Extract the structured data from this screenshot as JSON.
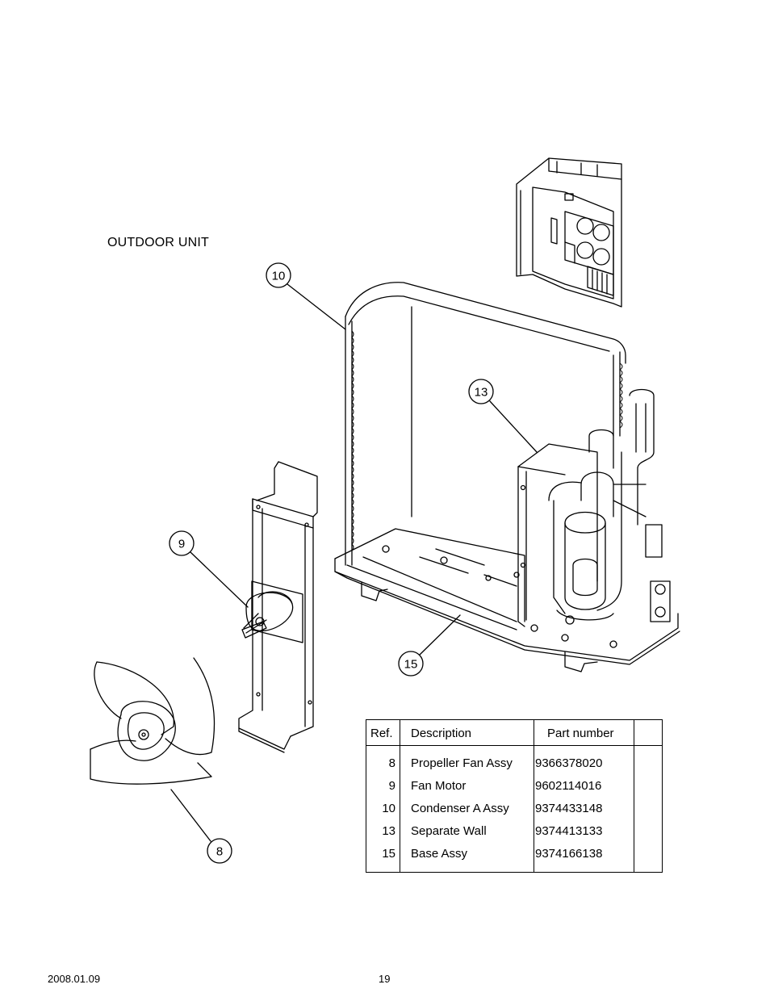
{
  "title": "OUTDOOR UNIT",
  "callouts": [
    "10",
    "13",
    "9",
    "15",
    "8"
  ],
  "table": {
    "headers": [
      "Ref.",
      "Description",
      "Part number",
      ""
    ],
    "rows": [
      {
        "ref": "8",
        "description": "Propeller Fan Assy",
        "part_number": "9366378020"
      },
      {
        "ref": "9",
        "description": "Fan Motor",
        "part_number": "9602114016"
      },
      {
        "ref": "10",
        "description": "Condenser A Assy",
        "part_number": "9374433148"
      },
      {
        "ref": "13",
        "description": "Separate Wall",
        "part_number": "9374413133"
      },
      {
        "ref": "15",
        "description": "Base Assy",
        "part_number": "9374166138"
      }
    ]
  },
  "footer": {
    "date": "2008.01.09",
    "page": "19"
  }
}
